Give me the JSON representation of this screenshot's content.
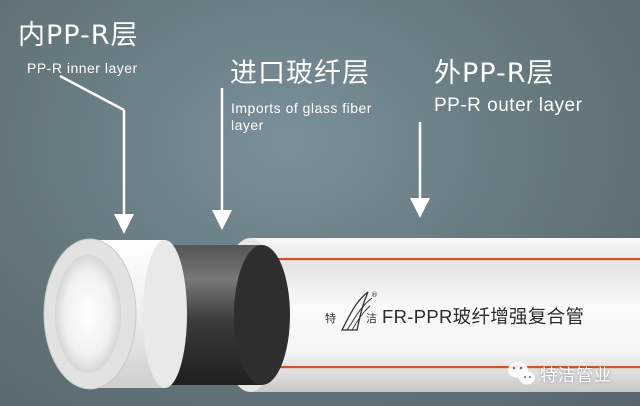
{
  "labels": {
    "inner": {
      "cn": "内PP-R层",
      "en": "PP-R inner layer"
    },
    "glass": {
      "cn": "进口玻纤层",
      "en": "Imports of glass fiber layer"
    },
    "outer": {
      "cn": "外PP-R层",
      "en": "PP-R outer layer"
    }
  },
  "pipe": {
    "product_name": "FR-PPR玻纤增强复合管",
    "logo_left_char": "特",
    "logo_right_char": "洁",
    "logo_registered": "®",
    "stripe_color": "#d0542a",
    "outer_color": "#f2f2f2",
    "middle_color": "#3d3d3d",
    "inner_color": "#f5f5f5"
  },
  "watermark": {
    "text": "特洁管业"
  },
  "colors": {
    "background": "#66797f",
    "arrow": "#ffffff"
  }
}
